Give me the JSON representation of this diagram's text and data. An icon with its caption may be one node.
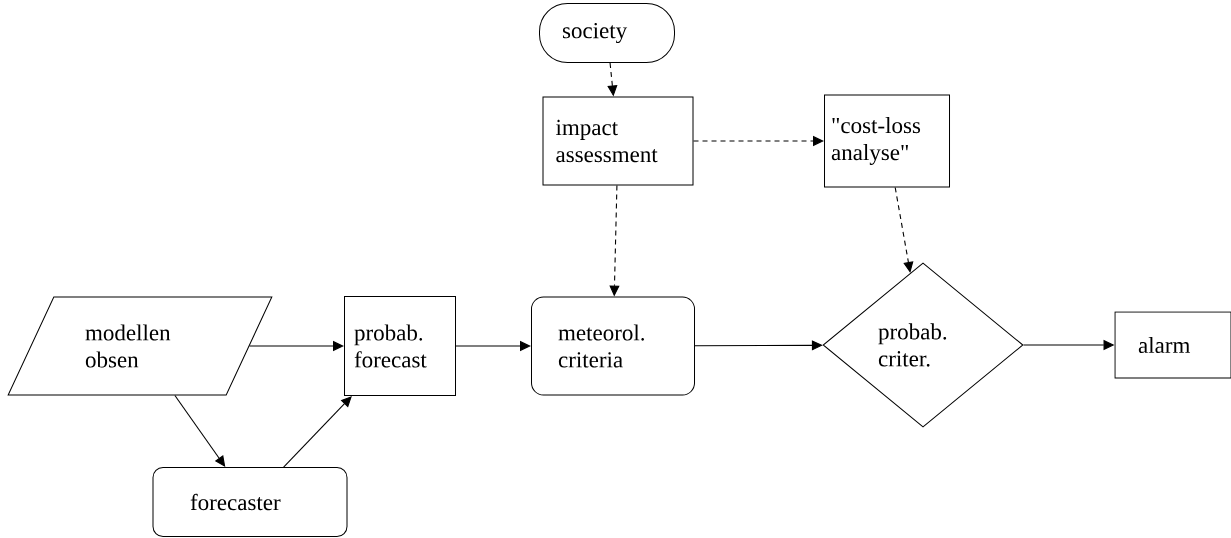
{
  "diagram": {
    "nodes": [
      {
        "text": [
          "society"
        ]
      },
      {
        "text": [
          "impact assessment"
        ]
      },
      {
        "text": [
          "\"cost-loss analyse\""
        ]
      },
      {
        "text": [
          "modellen obsen"
        ]
      },
      {
        "text": [
          "probab. forecast"
        ]
      },
      {
        "text": [
          "meteorol. criteria"
        ]
      },
      {
        "text": [
          "probab. criter."
        ]
      },
      {
        "text": [
          "alarm"
        ]
      },
      {
        "text": [
          "forecaster"
        ]
      }
    ],
    "edges": [
      {
        "from": 0,
        "to": 1,
        "arrow": "to",
        "style": "dashed"
      },
      {
        "from": 1,
        "to": 2,
        "arrow": "to",
        "style": "dashed"
      },
      {
        "from": 1,
        "to": 5,
        "arrow": "to",
        "style": "dashed"
      },
      {
        "from": 2,
        "to": 6,
        "arrow": "to",
        "style": "dashed"
      },
      {
        "from": 3,
        "to": 4,
        "arrow": "to"
      },
      {
        "from": 3,
        "to": 8,
        "arrow": "to"
      },
      {
        "from": 8,
        "to": 4,
        "arrow": "to"
      },
      {
        "from": 4,
        "to": 5,
        "arrow": "to"
      },
      {
        "from": 5,
        "to": 6,
        "arrow": "to"
      },
      {
        "from": 6,
        "to": 7,
        "arrow": "to"
      }
    ]
  }
}
